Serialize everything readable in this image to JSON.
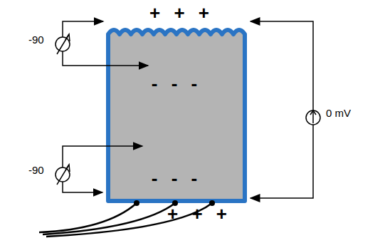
{
  "diagram": {
    "nodes": [
      {
        "text": [
          "- - -",
          "- - -"
        ]
      }
    ],
    "labels": [
      "+ + +",
      "+ + +",
      "-90",
      "-90",
      "0 mV"
    ]
  }
}
